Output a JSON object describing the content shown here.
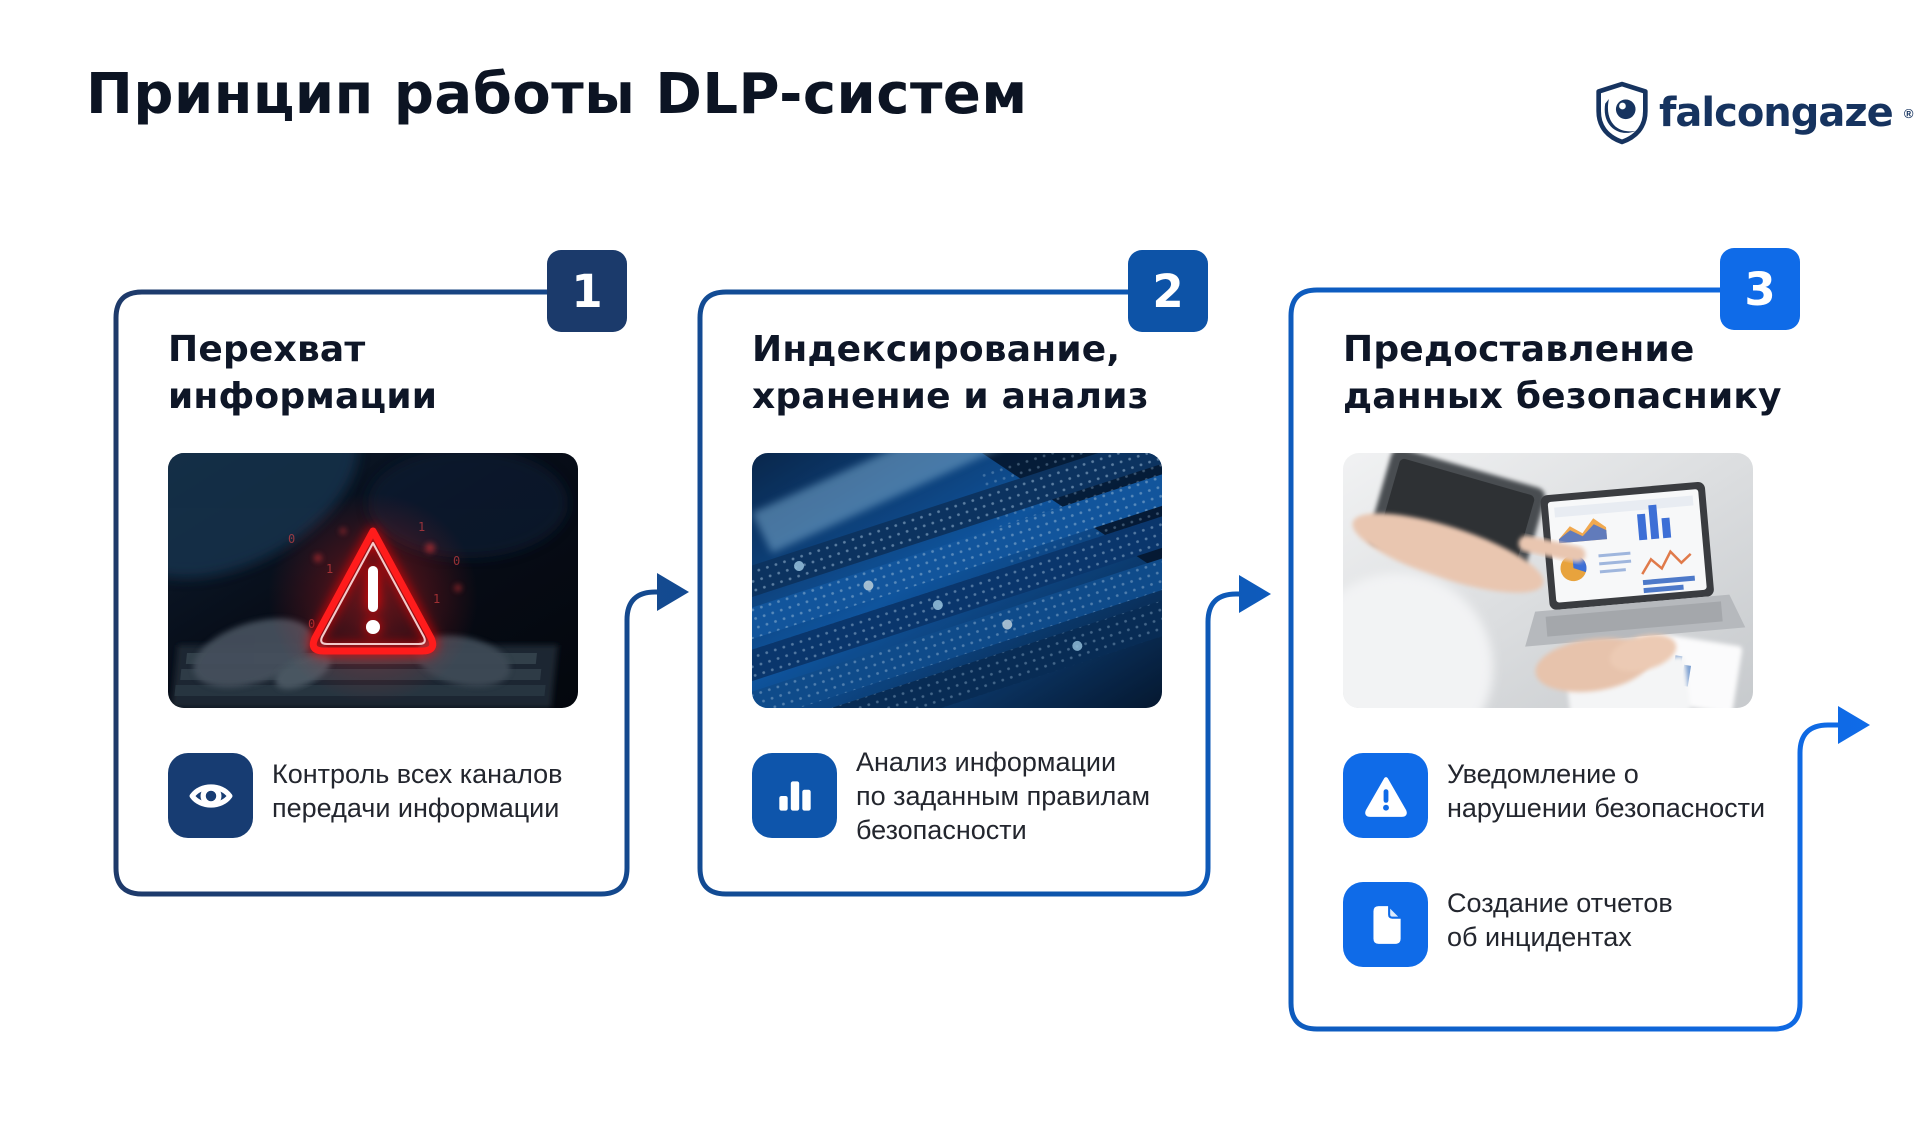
{
  "page": {
    "title": "Принцип работы DLP-систем"
  },
  "logo": {
    "brand": "falcongaze",
    "registered": "®",
    "color": "#16335f"
  },
  "colors": {
    "navy": "#1b3a6b",
    "mid_blue": "#0d53a7",
    "bright_blue": "#0f6be8",
    "heading_text": "#0e1627",
    "body_text": "#23262e",
    "alert_red": "#ff1c1c",
    "background": "#ffffff"
  },
  "cards": [
    {
      "number": "1",
      "accent": "#1b3a6b",
      "title_lines": [
        "Перехват",
        "информации"
      ],
      "photo": "hands-typing-on-laptop-with-red-alert-triangle",
      "binary_digits": [
        "0",
        "1",
        "1",
        "0",
        "1",
        "0"
      ],
      "features": [
        {
          "icon": "eye-icon",
          "text_lines": [
            "Контроль всех каналов",
            "передачи информации"
          ]
        }
      ]
    },
    {
      "number": "2",
      "accent": "#0d53a7",
      "title_lines": [
        "Индексирование,",
        "хранение и анализ"
      ],
      "photo": "blue-server-rack-hardware",
      "features": [
        {
          "icon": "bar-chart-icon",
          "text_lines": [
            "Анализ информации",
            "по заданным правилам",
            "безопасности"
          ]
        }
      ]
    },
    {
      "number": "3",
      "accent": "#0f6be8",
      "title_lines": [
        "Предоставление",
        "данных безопаснику"
      ],
      "photo": "security-officer-reviewing-dashboards-on-laptop",
      "features": [
        {
          "icon": "warning-icon",
          "text_lines": [
            "Уведомление о",
            "нарушении безопасности"
          ]
        },
        {
          "icon": "document-icon",
          "text_lines": [
            "Создание отчетов",
            "об инцидентах"
          ]
        }
      ]
    }
  ]
}
